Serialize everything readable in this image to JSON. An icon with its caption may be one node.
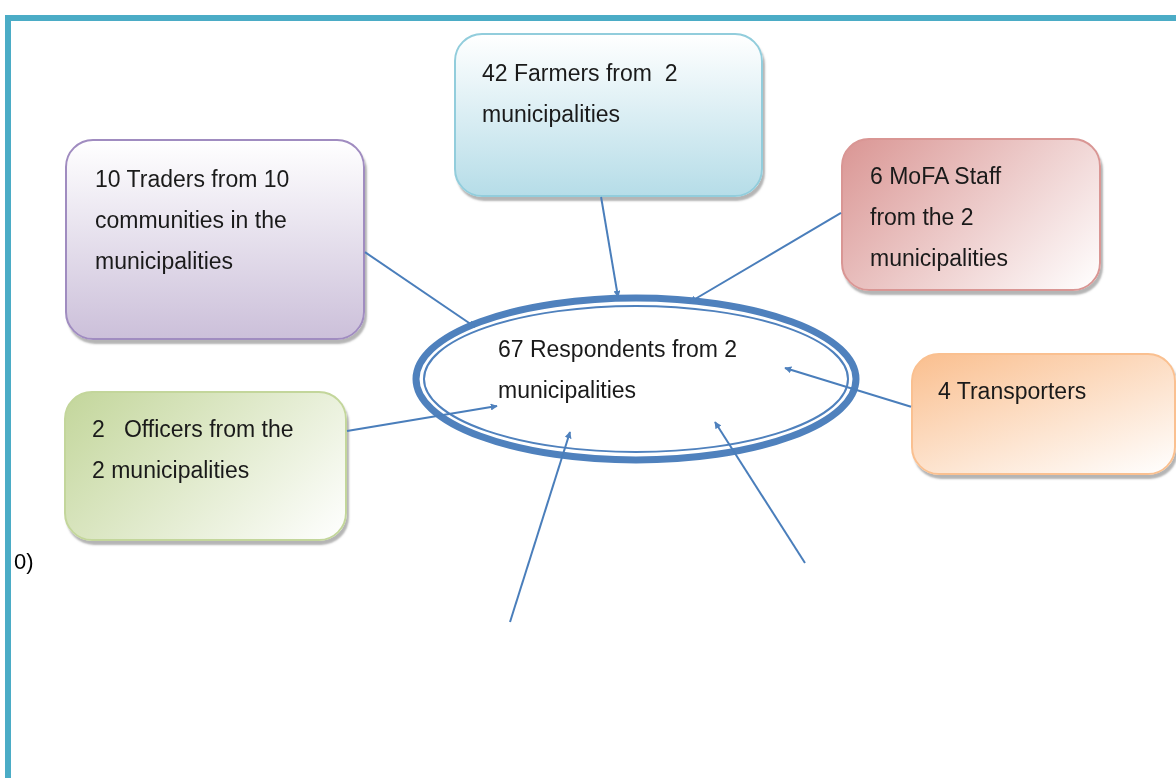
{
  "diagram": {
    "nodes": [
      {
        "text": [
          "42 Farmers from  2 municipalities"
        ]
      },
      {
        "text": [
          "10 Traders from 10 communities in the municipalities"
        ]
      },
      {
        "text": [
          "6 MoFA Staff from the 2 municipalities"
        ]
      },
      {
        "text": [
          "67 Respondents from 2 municipalities"
        ]
      },
      {
        "text": [
          "4 Transporters"
        ]
      },
      {
        "text": [
          "2   Officers from the 2 municipalities"
        ]
      }
    ],
    "edges": [
      {
        "from": 0,
        "to": 3,
        "arrow": "to"
      },
      {
        "from": 1,
        "to": 3,
        "arrow": "to"
      },
      {
        "from": 2,
        "to": 3,
        "arrow": "to"
      },
      {
        "from": 4,
        "to": 3,
        "arrow": "to"
      },
      {
        "from": 5,
        "to": 3,
        "arrow": "to"
      },
      {
        "from": null,
        "to": 3,
        "arrow": "to"
      },
      {
        "from": null,
        "to": 3,
        "arrow": "to"
      }
    ],
    "labels": [
      "0)"
    ]
  }
}
